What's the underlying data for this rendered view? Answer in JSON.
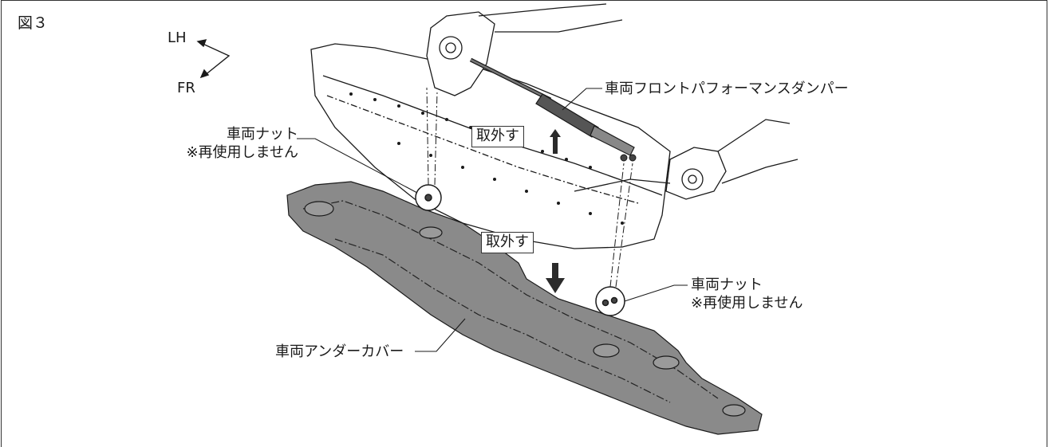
{
  "figure_label": "図３",
  "orientation": {
    "left_label": "LH",
    "forward_label": "FR"
  },
  "callouts": {
    "damper": "車両フロントパフォーマンスダンパー",
    "remove_up": "取外す",
    "remove_down": "取外す",
    "nut_left_line1": "車両ナット",
    "nut_left_line2": "※再使用しません",
    "nut_right_line1": "車両ナット",
    "nut_right_line2": "※再使用しません",
    "under_cover": "車両アンダーカバー"
  },
  "colors": {
    "cover_fill": "#8a8a8a",
    "line": "#1a1a1a",
    "arrow": "#2b2b2b"
  }
}
